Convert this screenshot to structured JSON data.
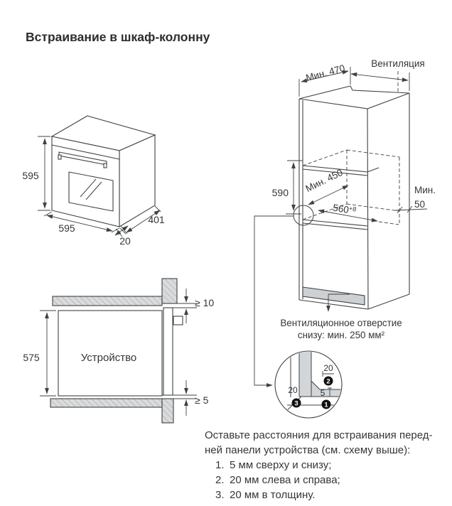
{
  "title": "Встраивание в шкаф-колонну",
  "oven": {
    "height": "595",
    "width": "595",
    "depth": "401",
    "door_thickness": "20"
  },
  "cabinet": {
    "top_depth_min": "Мин. 470",
    "ventilation": "Вентиляция",
    "niche_height": "590",
    "niche_width_min": "Мин. 450",
    "niche_depth": "560",
    "niche_depth_tolerance": "+8",
    "rear_gap_line1": "Мин.",
    "rear_gap_line2": "50",
    "vent_note_line1": "Вентиляционное отверстие",
    "vent_note_line2": "снизу: мин. 250 мм²"
  },
  "section": {
    "device_label": "Устройство",
    "height": "575",
    "top_gap": "≥ 10",
    "bottom_gap": "≥ 5"
  },
  "detail": {
    "side_gap": "20",
    "depth_gap": "20",
    "vertical_gap": "5",
    "marker_1": "1",
    "marker_2": "2",
    "marker_3": "3"
  },
  "instructions": {
    "intro_line1": "Оставьте расстояния для встраивания перед-",
    "intro_line2": "ней панели устройства (см. схему выше):",
    "items": [
      {
        "num": "1.",
        "text": "5 мм сверху и снизу;"
      },
      {
        "num": "2.",
        "text": "20 мм слева и справа;"
      },
      {
        "num": "3.",
        "text": "20 мм в толщину."
      }
    ]
  },
  "colors": {
    "line": "#3f4244",
    "panel_hatch_bg": "#dadbdc",
    "panel_hatch_line": "#9aa0a3",
    "vent_gray": "#cdd1d3",
    "detail_gray": "#d3d6d8"
  }
}
